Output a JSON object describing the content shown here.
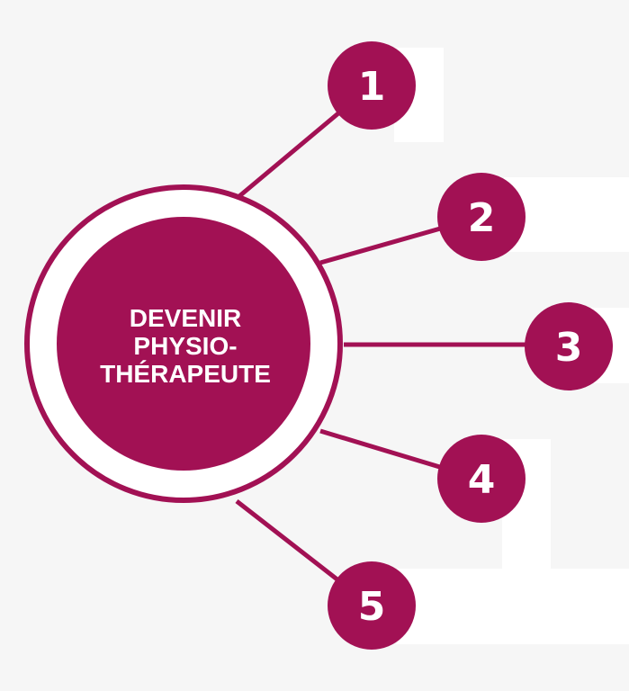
{
  "colors": {
    "accent": "#a21154",
    "ring_fill": "#ffffff",
    "background": "#f6f6f6",
    "panel": "#ffffff"
  },
  "hub": {
    "lines": [
      "DEVENIR",
      "PHYSIO-",
      "THÉRAPEUTE"
    ]
  },
  "nodes": [
    {
      "label": "1"
    },
    {
      "label": "2"
    },
    {
      "label": "3"
    },
    {
      "label": "4"
    },
    {
      "label": "5"
    }
  ]
}
